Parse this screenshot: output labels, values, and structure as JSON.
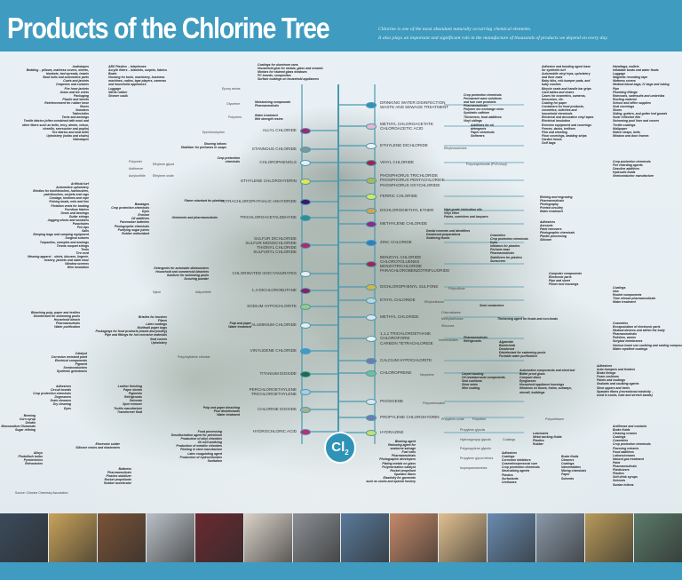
{
  "header": {
    "title": "Products of the Chlorine Tree",
    "subtitle_1": "Chlorine is one of the most abundant naturally occurring chemical elements.",
    "subtitle_2": "It also plays an important and significant role in the manufacture of thousands of products we depend on every day."
  },
  "root": {
    "label": "Cl",
    "sub": "2"
  },
  "source": "Source: Chlorine Chemistry Association",
  "colors": {
    "header": "#3f9bbf",
    "trunk": "#4a99ae"
  },
  "left_branches": [
    {
      "label": "Allyl chloride",
      "color": "#a3246e"
    },
    {
      "label": "Stannous chloride",
      "color": "#7e9697"
    },
    {
      "label": "Chlorophenols",
      "color": "#e8eef2"
    },
    {
      "label": "Ethylene chlorohydrin",
      "color": "#e4e64a"
    },
    {
      "label": "Tetrachlorophthalic anhydride",
      "color": "#3b1868"
    },
    {
      "label": "Trichloroacetaldehyde",
      "color": "#2c8f95"
    },
    {
      "label": "Sulfur dichloride / Sulfur monochloride / Thionyl chloride / Sulfuryl chloride",
      "color": "#b02a6b"
    },
    {
      "label": "Chlorinated isocyanurates",
      "color": "#e8eef2"
    },
    {
      "label": "1,4-Dichlorobutane",
      "color": "#8b1e66"
    },
    {
      "label": "Sodium hypochlorite",
      "color": "#9bc97d"
    },
    {
      "label": "Aluminium chloride",
      "color": "#e8eef2"
    },
    {
      "label": "Vinylidene chloride",
      "color": "#3b9bd0"
    },
    {
      "label": "Titanium dioxide",
      "color": "#1f6b43"
    },
    {
      "label": "Perchloroethylene / Trichloroethylene",
      "color": "#a9cbe8"
    },
    {
      "label": "Chlorine dioxide",
      "color": "#a8b08e"
    },
    {
      "label": "Hydrochloric acid",
      "color": "#c0287a"
    }
  ],
  "right_branches": [
    {
      "label": "Drinking water disinfection / Waste and sewage treatment",
      "color": "#2f93b8"
    },
    {
      "label": "Methyl chloroacetate / Chloroacetic acid",
      "color": "#e8b7d5"
    },
    {
      "label": "Ethylene dichloride",
      "color": "#eef2f4"
    },
    {
      "label": "Vinyl chloride",
      "color": "#a3244e"
    },
    {
      "label": "Phosphorus trichloride / Phosphorus pentachloride / Phosphorus oxychloride",
      "color": "#b5b54a"
    },
    {
      "label": "Ferric chloride",
      "color": "#d6ea58"
    },
    {
      "label": "Dichlorodiethyl ether",
      "color": "#d9a24a"
    },
    {
      "label": "Methylene chloride",
      "color": "#8c2a86"
    },
    {
      "label": "Zinc chloride",
      "color": "#2e7fc7"
    },
    {
      "label": "Benzoyl chloride / Chlorotoluenes / Benzotrichloride / Parachlorobenzotrifluoride",
      "color": "#a3244e"
    },
    {
      "label": "Dichlorophenyl sulfone",
      "color": "#d8b540"
    },
    {
      "label": "Ethyl chloride",
      "color": "#b8d6e4"
    },
    {
      "label": "Methyl chloride",
      "color": "#dde6f2"
    },
    {
      "label": "1,1,1 Trichloroethane / Chloroform / Carbon tetrachloride",
      "color": "#eef2f4"
    },
    {
      "label": "Calcium hypochlorite",
      "color": "#7379b0"
    },
    {
      "label": "Chloroprene",
      "color": "#6fbf9a"
    },
    {
      "label": "Phosgene",
      "color": "#dde6f2"
    },
    {
      "label": "Propylene chlorohydrin",
      "color": "#6d7cb8"
    },
    {
      "label": "Hydrazine",
      "color": "#c7e06a"
    }
  ],
  "intermediates": [
    "Epoxy resins",
    "Glycerine",
    "Polymers",
    "Epichlorohydrin",
    "Polyester",
    "Antifreeze",
    "Acrylonitrile",
    "Ethylene glycol",
    "Ethylene oxide",
    "Nylon",
    "Adiponitrile",
    "Polyvinylidene chloride",
    "Ethyleneamines",
    "Polyvinylchloride (PVC/vinyl)",
    "Polysulfone",
    "Ethylcellulose",
    "Chlorosilanes",
    "Methylcellulose",
    "Silicones",
    "Intermediates",
    "Neoprene",
    "Polycarbonates",
    "Polyurethane",
    "Propylene oxide",
    "Polyether",
    "Propylene glycols",
    "Hydroxypropyl glycols",
    "Polypropylene glycols",
    "Propylene glycol ethers",
    "Isopropanolamines",
    "Coatings"
  ],
  "product_groups": [
    {
      "items": [
        "Audiotapes",
        "Bedding – pillows, mattress covers, sheets,",
        "blankets, bed spreads, towels",
        "Boat hulls and automotive parts",
        "Coats and jackets",
        "Draperies and curtains",
        "Fire hose jackets",
        "Jeans and tee shirts",
        "Packaging",
        "Plastic and sheets",
        "Reinforcement for rubber hose",
        "Shoes",
        "Sweaters",
        "Tablecloths",
        "Tents and awnings",
        "Textile fabrics (often combined with wool and",
        "other fibers such as belts, terry, denim, velour,",
        "chenille, seersucker and poplin)",
        "Tire fabrics and seat belts",
        "Upholstery (sofas and chairs)",
        "Videotapes"
      ]
    },
    {
      "items": [
        "ABS Plastics – telephones",
        "Acrylic fibers – blankets, carpets, fabrics",
        "Boats",
        "Housing for tools, machinery, business",
        "machines, radios, tape players, cameras",
        "and household appliances",
        "Luggage",
        "Nitrile rubber",
        "Shower caulk"
      ]
    },
    {
      "items": [
        "Coatings for aluminum cans",
        "Household glue for metals, glass and ceramic",
        "Mortars for stained glass windows",
        "PC boards, composites",
        "Surface coatings on household appliances"
      ]
    },
    {
      "items": [
        "Moisturizing compounds",
        "Pharmaceuticals"
      ]
    },
    {
      "items": [
        "Water treatment",
        "Wet strength resins"
      ]
    },
    {
      "items": [
        "Shaving lotions",
        "Stabilizer for perfumes in soaps"
      ]
    },
    {
      "items": [
        "Artificial turf",
        "Automotive upholstery",
        "Bristles for toothbrushes, hairbrushes,",
        "paintbrushes, carpets and rugs",
        "Cordage, towlines and rope",
        "Fishing boats, nets and line",
        "Flotation vests for boating",
        "Furniture fabrics",
        "Gears and bearings",
        "Guitar strings",
        "Jogging shoes and sneakers",
        "Parachutes",
        "Pen tips",
        "Sails",
        "Sleeping bags and camping equipment",
        "Surgical sutures",
        "Tarpaulins, canopies and awnings",
        "Tennis racquet strings",
        "Tents",
        "Tire cord",
        "Wearing apparel – shirts, blouses, lingerie,",
        "hosiery, jackets and swim wear",
        "Window screens",
        "Wire insulation"
      ]
    },
    {
      "items": [
        "Bandages",
        "Crop protection chemicals",
        "Dyes",
        "Erosion",
        "Oil additives",
        "Pacemaker batteries",
        "Photographic chemicals",
        "Purifying sugar juices",
        "Rubber antioxidant"
      ]
    },
    {
      "items": [
        "Crop protection",
        "chemicals"
      ]
    },
    {
      "items": [
        "Flame retardant for plastics"
      ]
    },
    {
      "items": [
        "Ointments and pharmaceuticals"
      ]
    },
    {
      "items": [
        "Detergents for automatic dishwashers",
        "Household and commercial bleaches",
        "Sanitizer for swimming pools",
        "Scouring powder"
      ]
    },
    {
      "items": [
        "Bleaching pulp, paper and textiles",
        "Disinfectant for swimming pools",
        "Household bleach",
        "Pharmaceuticals",
        "Water purification"
      ]
    },
    {
      "items": [
        "Bristles for brushes",
        "Fibers",
        "Latex coatings",
        "Multiwall paper bags",
        "Packagings for food products (meats and poultry)",
        "Pipe and fittings for hot corrosive materials",
        "Seat covers",
        "Upholstery"
      ]
    },
    {
      "items": [
        "Pulp and paper",
        "Water treatment"
      ]
    },
    {
      "items": [
        "Catalyst",
        "Corrosion resistant paint",
        "Electrical components",
        "Pigment",
        "Semiconductors",
        "Synthetic gemstones"
      ]
    },
    {
      "items": [
        "Adhesives",
        "Circuit boards",
        "Crop protection chemicals",
        "Degreasers",
        "Drain cleaners",
        "Dry cleaning",
        "Dyes"
      ]
    },
    {
      "items": [
        "Leather finishing",
        "Paper sheets",
        "Pigments",
        "Refrigerants",
        "Solvents",
        "Spot remover",
        "Textile manufacture",
        "Transformer fluid"
      ]
    },
    {
      "items": [
        "Pulp and paper bleaching",
        "Pool disinfectants",
        "Water treatment"
      ]
    },
    {
      "items": [
        "Brewing",
        "Corn syrup",
        "Gelatin",
        "Monosodium Glutamate",
        "Sugar refining"
      ]
    },
    {
      "items": [
        "Alloys",
        "Photoflash bulbs",
        "Pyrotechnics",
        "Refractories"
      ]
    },
    {
      "items": [
        "Electronic solder",
        "Silicone resins and elastomers"
      ]
    },
    {
      "items": [
        "Batteries",
        "Pharmaceuticals",
        "Plastics stabilizer",
        "Rocket propellants",
        "Rubber accelerator"
      ]
    },
    {
      "items": [
        "Food processing",
        "Desulfurization agent for petroleum",
        "Production of alkyl chlorides",
        "Oil well acidizing",
        "Production of metallic chlorides",
        "Pickling in steel manufacture",
        "Latex coagulating agent",
        "Production of hydrochlorides",
        "Sanitation"
      ]
    },
    {
      "items": [
        "Crop protection chemicals",
        "Permanent wave solutions",
        "and hair care products",
        "Pharmaceuticals",
        "Polymer ion exchange resin",
        "Synthetic caffeine",
        "Thickeners, food additives",
        "Vinyl sidings"
      ]
    },
    {
      "items": [
        "Additives for oil,",
        "detergents",
        "Paper chemicals",
        "Softeners"
      ]
    },
    {
      "items": [
        "Adhesive and bonding agent base",
        "for synthetic turf",
        "Automobile vinyl tops, upholstery",
        "and floor mats",
        "Baby bibs, crib bumper pads, and",
        "baby crashes",
        "Bicycle seats and handle bar grips",
        "Card tables and chairs",
        "Cases for cosmetics, cameras,",
        "binoculars, etc.",
        "Coating for paper",
        "Containers for food products,",
        "cosmetics, toiletries and",
        "household chemicals",
        "Electrical and decorative vinyl tapes",
        "Electrical insulation",
        "Exercise equipment and coverings",
        "Fences, decks, trellises",
        "Film and sheeting",
        "Floor coverings, bedding strips",
        "Garden hoses",
        "Golf bags"
      ]
    },
    {
      "items": [
        "Handbags, wallets",
        "Inflatable boats and water floats",
        "Luggage",
        "Magnetic recording tape",
        "Mattress covers",
        "Medical blood bags, IV bags and tubing",
        "Pipe",
        "Plumbing fittings",
        "Raincoats, swimsuits and umbrellas",
        "Roofing material",
        "School and office supplies",
        "Seat coverings",
        "Shoes",
        "Siding, gutters, and gutter leaf guards",
        "Solar reflective film",
        "Swimming pool liner and covers",
        "Textile coatings",
        "Wallpaper",
        "Watch straps, belts",
        "Window and door frames"
      ]
    },
    {
      "items": [
        "Crop protection chemicals",
        "Fire retarding agents",
        "Gasoline additives",
        "Hydraulic fluids",
        "Semiconductor manufacture"
      ]
    },
    {
      "items": [
        "Etching and engraving",
        "Pharmaceuticals",
        "Photography",
        "Printed circuitry",
        "Water treatment"
      ]
    },
    {
      "items": [
        "High grade lubrication oils",
        "Vinyl ether",
        "Paints, varnishes and lacquers"
      ]
    },
    {
      "items": [
        "Adhesives",
        "Aerosols",
        "Paint removers",
        "Photographic chemicals",
        "Plastic processing",
        "Silicone"
      ]
    },
    {
      "items": [
        "Dental cements and identifiers",
        "Deodorant preparations",
        "Soldering fluxes"
      ]
    },
    {
      "items": [
        "Cosmetics",
        "Crop protection chemicals",
        "Dyes",
        "Initiators for plastics",
        "Perfume base",
        "Pharmaceuticals",
        "Stabilizers for plastics",
        "Sunscreen"
      ]
    },
    {
      "items": [
        "Computer components",
        "Electronic parts",
        "Pipe and sheet",
        "Power tool housings"
      ]
    },
    {
      "items": [
        "Coatings",
        "Inks",
        "Rocket components",
        "Time release pharmaceuticals",
        "Water treatment"
      ]
    },
    {
      "items": [
        "Semi conductors"
      ]
    },
    {
      "items": [
        "Thickening agent for foods and non-foods"
      ]
    },
    {
      "items": [
        "Cosmetics",
        "Encapsulation of electronic parts",
        "Medical devices and within the body",
        "Pharmaceuticals",
        "Polishes, waxes",
        "Surgical membranes",
        "Various home use caulking and sealing compounds",
        "Water repellent coatings"
      ]
    },
    {
      "items": [
        "Pharmaceuticals",
        "Refrigerants"
      ]
    },
    {
      "items": [
        "Algaecide",
        "Bactericide",
        "Deodorant",
        "Disinfectant for swimming pools",
        "Portable water purification"
      ]
    },
    {
      "items": [
        "Carpet backing",
        "Oil resistant auto components",
        "Seal cushions",
        "Shoe soles",
        "Wire coating"
      ]
    },
    {
      "items": [
        "Automotive components and electrical",
        "Bullet proof glass",
        "Compact discs",
        "Eyeglasses",
        "Household appliance housings",
        "Windows on buses, trains, subways,",
        "aircraft, buildings"
      ]
    },
    {
      "items": [
        "Adhesives",
        "Auto bumpers and fenders",
        "Brake linings",
        "Foam cushions",
        "Paints and coatings",
        "Sealants and caulking agents",
        "Shoe uppers and heels",
        "Spandex fibers (recreational elasticity –",
        "used in socks, tube and stretch bands)"
      ]
    },
    {
      "items": [
        "Lubricants",
        "Metal working fluids",
        "Plastics",
        "Rubber"
      ]
    },
    {
      "items": [
        "Brake fluids",
        "Cleaners",
        "Coatings",
        "Intermediates",
        "Mixing chemicals",
        "Paper",
        "Solvents"
      ]
    },
    {
      "items": [
        "Adhesives",
        "Coatings",
        "Corrosion inhibitors",
        "Cosmetics/personal care",
        "Crop protection chemicals",
        "Neutralizing agents",
        "Plastics",
        "Surfactants",
        "Urethanes"
      ]
    },
    {
      "items": [
        "Antifreeze and coolants",
        "Brake fluids",
        "Cleaning creams",
        "Coatings",
        "Cosmetics",
        "Crop protection chemicals",
        "Flavoring extracts",
        "Food additives",
        "Lotions/creams",
        "Natural gas treatment",
        "Paint",
        "Pharmaceuticals",
        "Plasticizers",
        "Plastics",
        "Soft drink syrups",
        "Solvents",
        "Suntan lotions"
      ]
    },
    {
      "items": [
        "Blowing agent",
        "Reducing agent for",
        "seaborne salvage",
        "Fuel cells",
        "Pharmaceuticals",
        "Photographic developers",
        "Plating metals on glass",
        "Polymerization catalyst",
        "Rocket propellant",
        "Spandex fibers",
        "Elasticity for garments",
        "such as socks and special hosiery"
      ]
    }
  ],
  "photos": [
    "car-dashboard",
    "woman-at-computer",
    "hands-food",
    "car-and-pipes",
    "clothing",
    "x-ray-doctor",
    "pipes",
    "medical-worker",
    "child",
    "woman-phone",
    "compact-discs",
    "electronics",
    "grain-field",
    "circuit-board"
  ]
}
